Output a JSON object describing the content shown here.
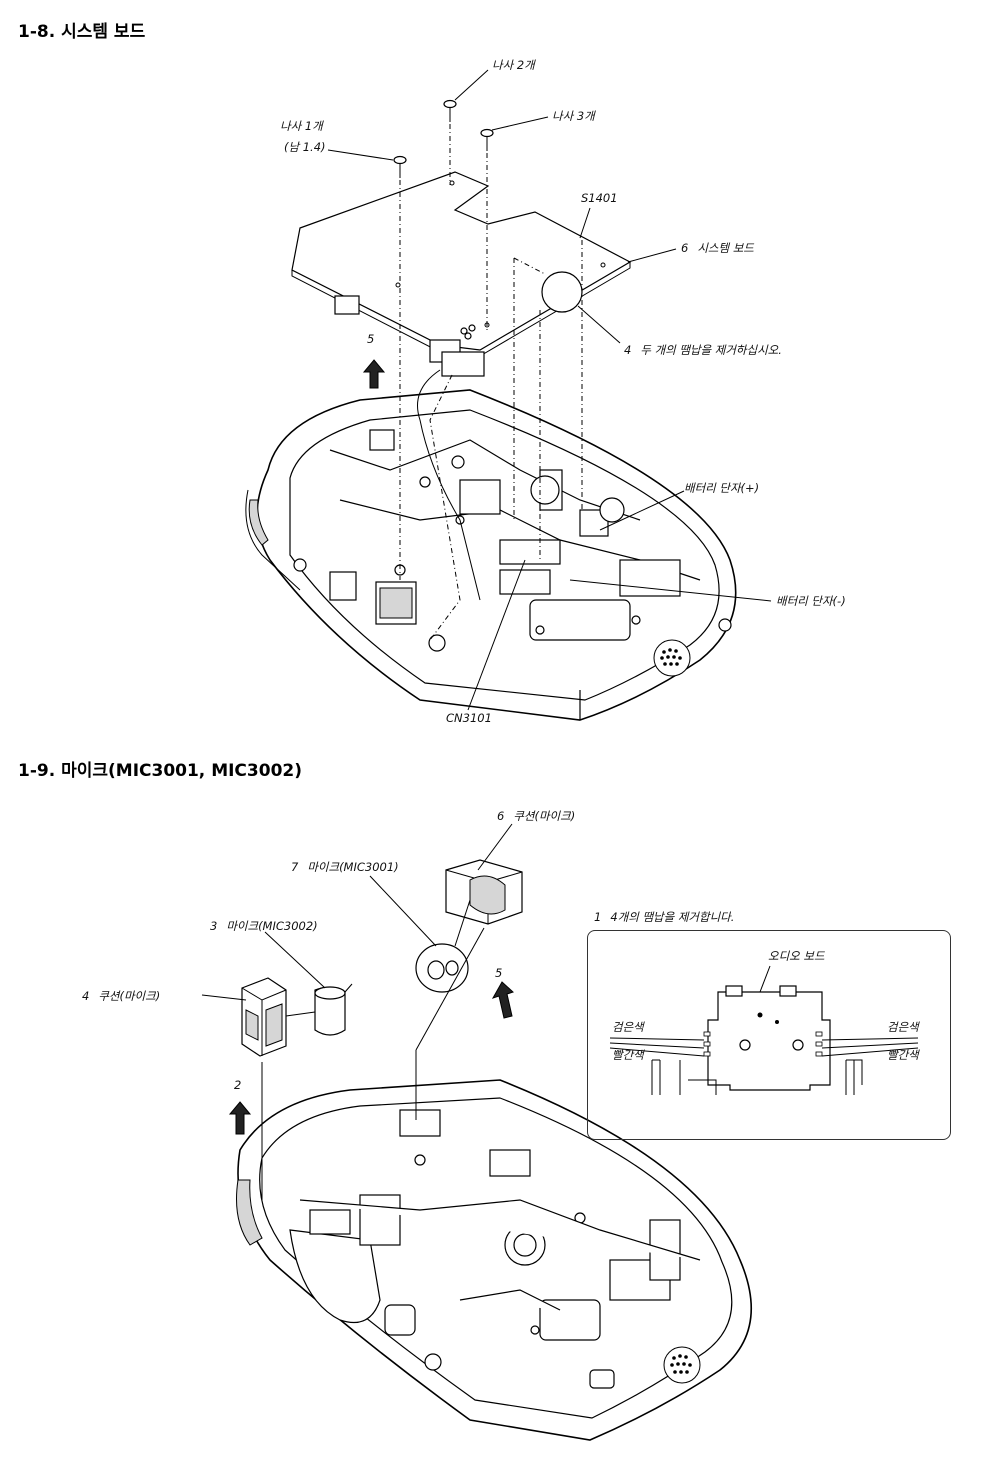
{
  "section_1_8": {
    "title": "1-8. 시스템 보드",
    "labels": {
      "screw1": "나사 1개",
      "screw1_sub": "(남 1.4)",
      "screw2": "나사 2개",
      "screw3": "나사 3개",
      "s1401": "S1401",
      "step6_num": "6",
      "step6_text": "시스템 보드",
      "step4_num": "4",
      "step4_text": "두 개의 땜납을 제거하십시오.",
      "step5_num": "5",
      "battery_plus": "배터리 단자(+)",
      "battery_minus": "배터리 단자(-)",
      "cn3101": "CN3101"
    }
  },
  "section_1_9": {
    "title": "1-9. 마이크(MIC3001, MIC3002)",
    "labels": {
      "step6_num": "6",
      "step6_text": "쿠션(마이크)",
      "step7_num": "7",
      "step7_text": "마이크(MIC3001)",
      "step3_num": "3",
      "step3_text": "마이크(MIC3002)",
      "step4_num": "4",
      "step4_text": "쿠션(마이크)",
      "step2_num": "2",
      "step5_num": "5",
      "step1_num": "1",
      "step1_text": "4개의 땜납을 제거합니다.",
      "audio_board": "오디오 보드",
      "black_left": "검은색",
      "red_left": "빨간색",
      "black_right": "검은색",
      "red_right": "빨간색"
    }
  },
  "colors": {
    "line": "#000000",
    "background": "#ffffff",
    "inset_border": "#333333"
  }
}
